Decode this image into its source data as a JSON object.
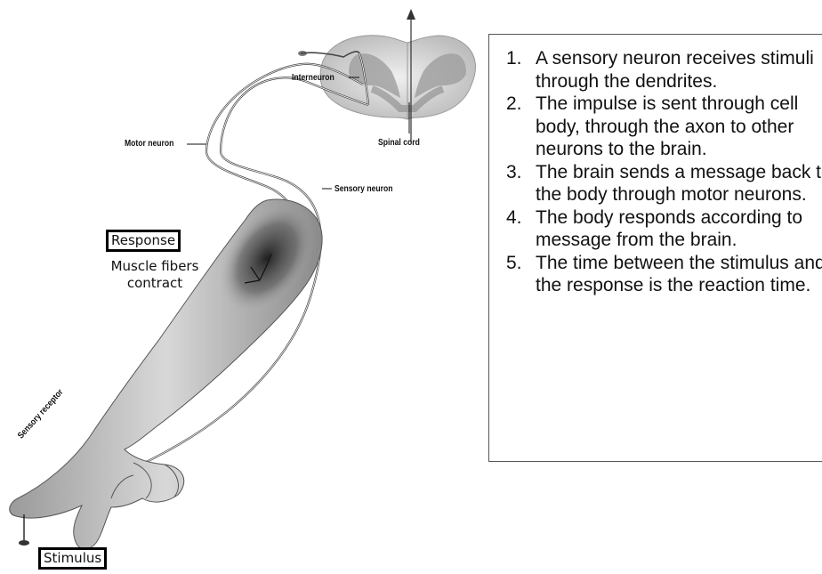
{
  "labels": {
    "interneuron": "Interneuron",
    "spinal_cord": "Spinal cord",
    "motor_neuron": "Motor neuron",
    "sensory_neuron": "Sensory neuron",
    "sensory_receptor": "Sensory receptor",
    "response": "Response",
    "response_caption_line1": "Muscle fibers",
    "response_caption_line2": "contract",
    "stimulus": "Stimulus"
  },
  "steps": [
    {
      "number": "1.",
      "text": "A sensory neuron receives stimuli through the dendrites."
    },
    {
      "number": "2.",
      "text": "The impulse is sent through cell body, through the axon to other neurons to the brain."
    },
    {
      "number": "3.",
      "text": "The brain sends a message back to the body through motor neurons."
    },
    {
      "number": "4.",
      "text": "The body responds according to message from the brain."
    },
    {
      "number": "5.",
      "text": "The time between the stimulus and the response is the reaction time."
    }
  ]
}
